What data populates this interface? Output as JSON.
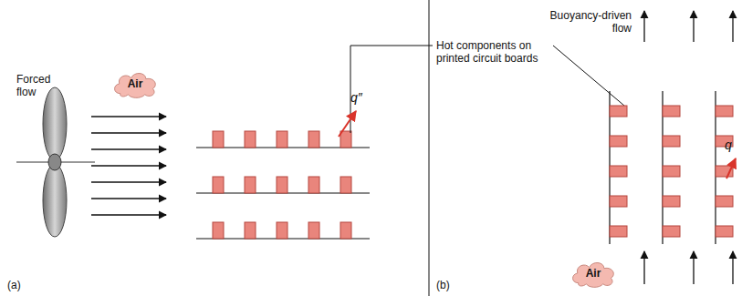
{
  "diagram": {
    "nodes": [
      {
        "text": [
          "Air"
        ]
      },
      {
        "text": [
          "Air"
        ]
      }
    ],
    "labels": [
      "Forced flow",
      "q″",
      "Hot components on printed circuit boards",
      "Buoyancy-driven flow",
      "q",
      "(a)",
      "(b)"
    ]
  }
}
